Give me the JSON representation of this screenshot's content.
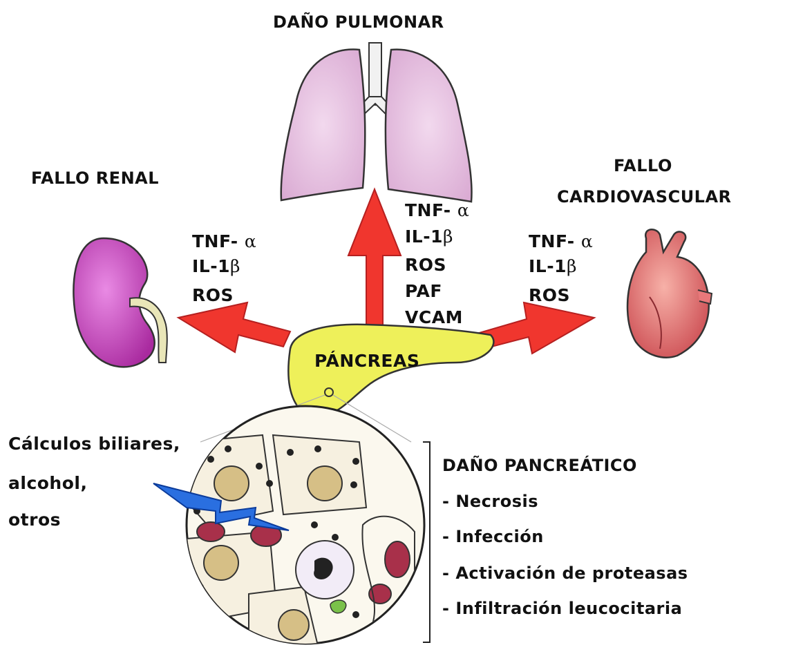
{
  "organs": {
    "lung_title": "DAÑO PULMONAR",
    "kidney_title": "FALLO RENAL",
    "heart_title_line1": "FALLO",
    "heart_title_line2": "CARDIOVASCULAR",
    "pancreas_label": "PÁNCREAS"
  },
  "mediators": {
    "renal": [
      "TNF-",
      "α",
      "IL-1",
      "β",
      "ROS"
    ],
    "pulmonary": [
      "TNF-",
      "α",
      "IL-1",
      "β",
      "ROS",
      "PAF",
      "VCAM"
    ],
    "cardiovascular": [
      "TNF-",
      "α",
      "IL-1",
      "β",
      "ROS"
    ]
  },
  "causes": [
    "Cálculos biliares,",
    "alcohol,",
    "otros"
  ],
  "pancreatic_damage": {
    "title": "DAÑO PANCREÁTICO",
    "items": [
      "- Necrosis",
      "- Infección",
      "- Activación de proteasas",
      "- Infiltración leucocitaria"
    ]
  },
  "colors": {
    "arrow": "#f0362e",
    "pancreas": "#eef05a",
    "lung": "#e6bfe0",
    "kidney": "#c63fc0",
    "heart": "#e8787a"
  }
}
